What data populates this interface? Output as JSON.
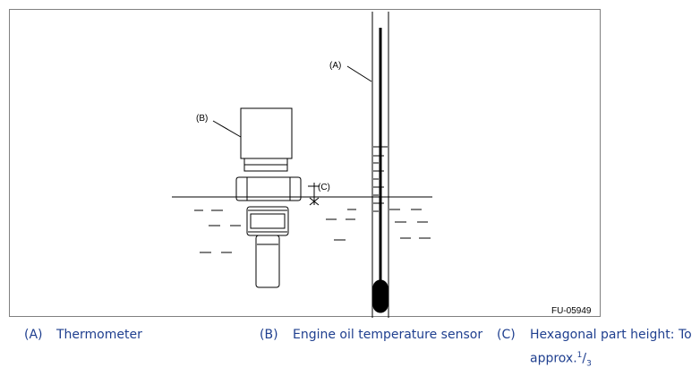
{
  "figure": {
    "code": "FU-05949",
    "callouts": {
      "thermometer": "(A)",
      "sensor": "(B)",
      "hex_height": "(C)"
    }
  },
  "legend": {
    "a_key": "(A)",
    "a_text": "Thermometer",
    "b_key": "(B)",
    "b_text": "Engine oil temperature sensor",
    "c_key": "(C)",
    "c_text": "Hexagonal part height: To",
    "c_text2": "approx.",
    "c_num": "1",
    "c_sep": "/",
    "c_den": "3"
  }
}
